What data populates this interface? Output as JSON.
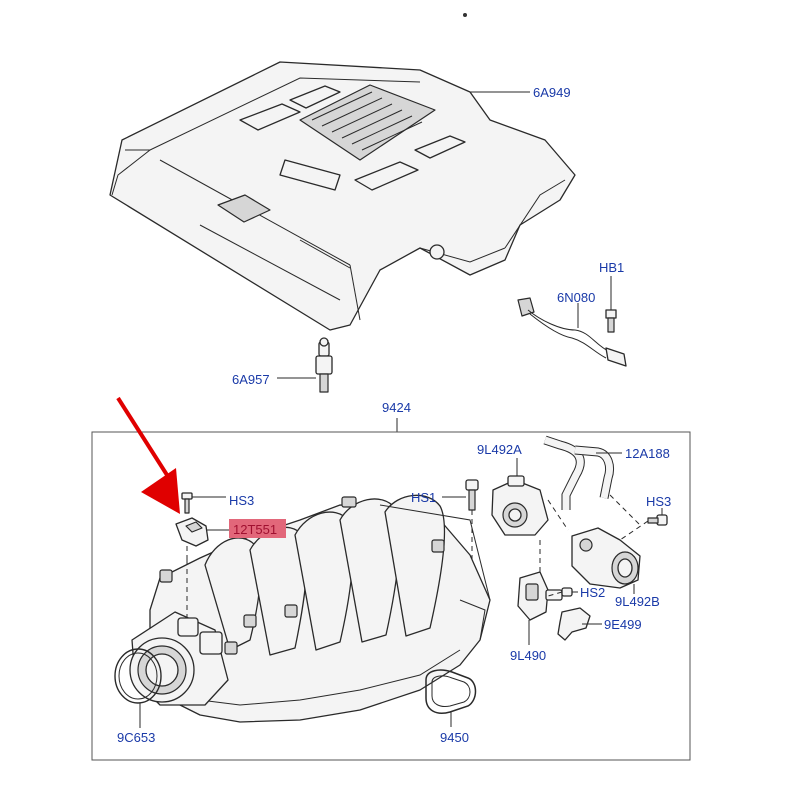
{
  "colors": {
    "label": "#1a3aa8",
    "highlight_fill": "#e2677a",
    "highlight_text": "#a01030",
    "arrow": "#e00000"
  },
  "labels": {
    "engine_cover": "6A949",
    "harness": "6N080",
    "bolt_hb1": "HB1",
    "stud": "6A957",
    "manifold_assembly": "9424",
    "screw_hs3_left": "HS3",
    "sensor": "12T551",
    "bolt_hs1": "HS1",
    "valve_9l492a": "9L492A",
    "hose": "12A188",
    "screw_hs3_right": "HS3",
    "screw_hs2": "HS2",
    "valve_9l492b": "9L492B",
    "connector": "9E499",
    "valve_9l490": "9L490",
    "gasket_9c653": "9C653",
    "gasket_9450": "9450"
  }
}
